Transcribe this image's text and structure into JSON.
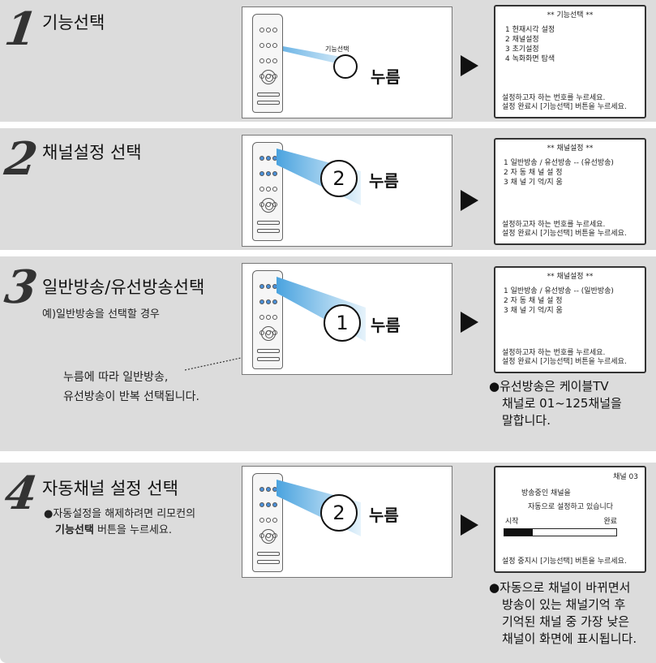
{
  "steps": [
    {
      "number": "1",
      "title": "기능선택",
      "label_small": "기능선택",
      "button": "",
      "press": "누름",
      "screen": {
        "title": "** 기능선택 **",
        "items": [
          "1  현재시각  설정",
          "2  채널설정",
          "3  초기설정",
          "4  녹화화면  탐색"
        ],
        "footer": [
          "설정하고자 하는 번호를 누르세요.",
          "설정 완료시 [기능선택] 버튼을 누르세요."
        ]
      }
    },
    {
      "number": "2",
      "title": "채널설정 선택",
      "button": "2",
      "press": "누름",
      "screen": {
        "title": "** 채널설정 **",
        "items": [
          "1 일반방송 / 유선방송 -- (유선방송)",
          "2 자  동  채  널  설  정",
          "3 채  널  기  억/지  움"
        ],
        "footer": [
          "설정하고자 하는 번호를 누르세요.",
          "설정 완료시 [기능선택] 버튼을 누르세요."
        ]
      }
    },
    {
      "number": "3",
      "title": "일반방송/유선방송선택",
      "subtitle": "예)일반방송을 선택할 경우",
      "button": "1",
      "press": "누름",
      "callout": [
        "누름에 따라 일반방송,",
        "유선방송이 반복 선택됩니다."
      ],
      "screen": {
        "title": "** 채널설정 **",
        "items": [
          "1 일반방송 / 유선방송 -- (일반방송)",
          "2 자  동  채  널  설  정",
          "3 채  널  기  억/지  움"
        ],
        "footer": [
          "설정하고자 하는 번호를 누르세요.",
          "설정 완료시 [기능선택] 버튼을 누르세요."
        ]
      },
      "note": [
        "●유선방송은 케이블TV",
        "채널로 01~125채널을",
        "말합니다."
      ]
    },
    {
      "number": "4",
      "title": "자동채널 설정 선택",
      "subtitle_lines": [
        "●자동설정을 해제하려면 리모컨의"
      ],
      "subtitle_bold": "기능선택",
      "subtitle_rest": " 버튼을 누르세요.",
      "button": "2",
      "press": "누름",
      "screen": {
        "channel": "채널 03",
        "line1": "방송중인 채널을",
        "line2": "자동으로 설정하고 있습니다",
        "start": "시작",
        "end": "완료",
        "progress": 0.25,
        "footer": "설정 중지시 [기능선택] 버튼을 누르세요."
      },
      "note": [
        "●자동으로 채널이 바뀌면서",
        "방송이 있는 채널기억 후",
        "기억된 채널 중 가장 낮은",
        "채널이 화면에 표시됩니다."
      ]
    }
  ]
}
